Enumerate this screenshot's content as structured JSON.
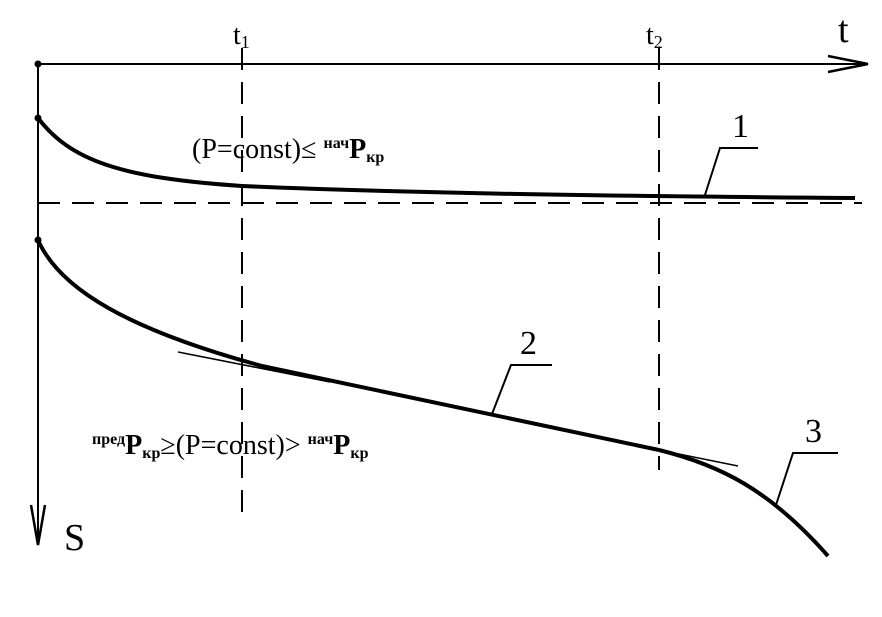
{
  "axes": {
    "horizontal_label": "t",
    "vertical_label": "S"
  },
  "time_marks": [
    {
      "base": "t",
      "sub": "1"
    },
    {
      "base": "t",
      "sub": "2"
    }
  ],
  "curve_labels": [
    "1",
    "2",
    "3"
  ],
  "formula_top": {
    "lead": "(P=const)≤ ",
    "sup": "нач",
    "P": "P",
    "sub": "кр"
  },
  "formula_bottom": {
    "sup1": "пред",
    "P1": "P",
    "sub1": "кр",
    "middle": "≥(P=const)> ",
    "sup2": "нач",
    "P2": "P",
    "sub2": "кр"
  },
  "colors": {
    "ink": "#000000",
    "background": "#ffffff"
  }
}
